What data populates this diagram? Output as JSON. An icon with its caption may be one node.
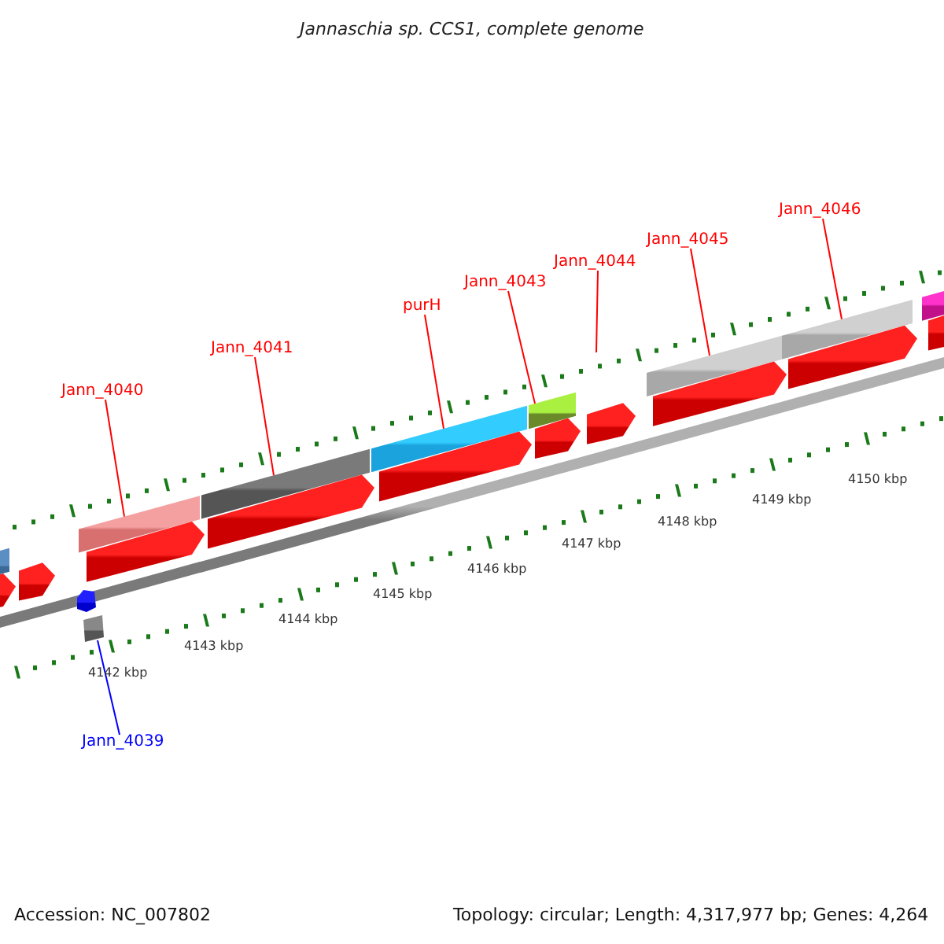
{
  "diagram": {
    "title": "Jannaschia sp. CCS1, complete genome",
    "nodes": [
      {
        "text": [
          "Jann_4040"
        ]
      },
      {
        "text": [
          "Jann_4041"
        ]
      },
      {
        "text": [
          "purH"
        ]
      },
      {
        "text": [
          "Jann_4043"
        ]
      },
      {
        "text": [
          "Jann_4044"
        ]
      },
      {
        "text": [
          "Jann_4045"
        ]
      },
      {
        "text": [
          "Jann_4046"
        ]
      },
      {
        "text": [],
        "shape": "bar"
      },
      {
        "text": [],
        "shape": "bar"
      },
      {
        "text": [],
        "shape": "bar"
      },
      {
        "text": [],
        "shape": "bar"
      },
      {
        "text": [],
        "shape": "bar"
      },
      {
        "text": [],
        "shape": "bar"
      },
      {
        "text": [],
        "shape": "bar"
      },
      {
        "text": [],
        "shape": "bar"
      },
      {
        "text": [],
        "shape": "arrow"
      },
      {
        "text": [],
        "shape": "arrow"
      },
      {
        "text": [],
        "shape": "arrow"
      },
      {
        "text": [],
        "shape": "arrow"
      },
      {
        "text": [],
        "shape": "arrow"
      },
      {
        "text": [],
        "shape": "arrow"
      },
      {
        "text": [],
        "shape": "arrow"
      },
      {
        "text": [],
        "shape": "arrow"
      },
      {
        "text": [],
        "shape": "arrow"
      },
      {
        "text": [],
        "shape": "arrow"
      },
      {
        "text": [],
        "shape": "arrow"
      },
      {
        "text": [],
        "shape": "box"
      },
      {
        "text": [
          "Jann_4039"
        ]
      }
    ],
    "edges": [
      {
        "from": 0,
        "to": 8,
        "arrow": "none"
      },
      {
        "from": 1,
        "to": 9,
        "arrow": "none"
      },
      {
        "from": 2,
        "to": 10,
        "arrow": "none"
      },
      {
        "from": 3,
        "to": 11,
        "arrow": "none"
      },
      {
        "from": 4,
        "to": null,
        "arrow": "none"
      },
      {
        "from": 5,
        "to": 12,
        "arrow": "none"
      },
      {
        "from": 6,
        "to": 13,
        "arrow": "none"
      },
      {
        "from": 27,
        "to": 26,
        "arrow": "none",
        "color": "#0000ff"
      }
    ],
    "labels": [
      "4150 kbp",
      "4149 kbp",
      "4148 kbp",
      "4147 kbp",
      "4146 kbp",
      "4145 kbp",
      "4144 kbp",
      "4143 kbp",
      "4142 kbp",
      "Accession: NC_007802",
      "Topology: circular; Length: 4,317,977 bp; Genes: 4,264"
    ]
  }
}
